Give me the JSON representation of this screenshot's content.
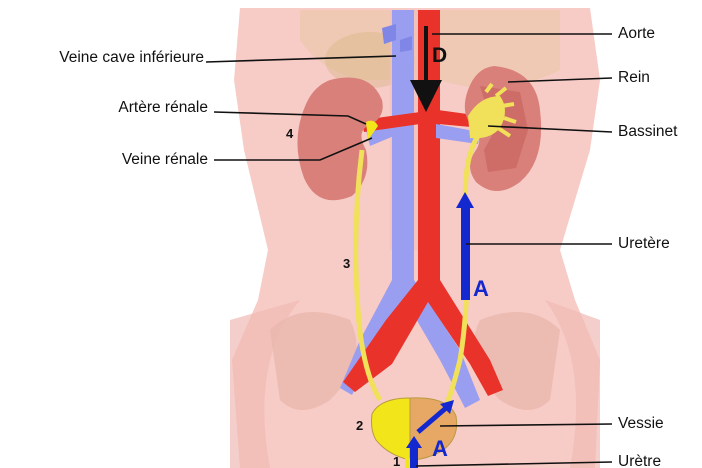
{
  "labels": {
    "aorte": "Aorte",
    "veine_cave": "Veine cave inférieure",
    "rein": "Rein",
    "artere_renale": "Artère rénale",
    "bassinet": "Bassinet",
    "veine_renale": "Veine rénale",
    "uretere": "Uretère",
    "vessie": "Vessie",
    "uretre": "Urètre"
  },
  "markers": {
    "descent": "D",
    "ascent_ureter": "A",
    "ascent_bladder": "A",
    "n1": "1",
    "n2": "2",
    "n3": "3",
    "n4": "4"
  },
  "colors": {
    "background": "#ffffff",
    "body": "#f7c9c3",
    "body_shade": "#eeb0aa",
    "bone": "#c9b091",
    "artery": "#e8322a",
    "vein": "#9a9ef0",
    "kidney": "#d9807a",
    "kidney_inner": "#c45b58",
    "ureter": "#f0e05a",
    "bladder_fill": "#f2e61a",
    "bladder_right": "#e7a866",
    "arrow_blue": "#1428d0",
    "arrow_black": "#111111"
  }
}
